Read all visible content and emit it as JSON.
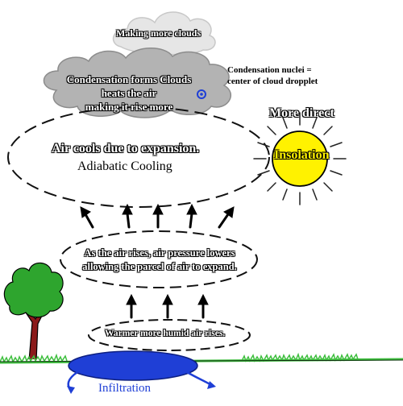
{
  "diagram": {
    "cloud_top_label": "Making more clouds",
    "cloud_main_label": [
      "Condensation forms Clouds",
      "heats the air",
      "making it rise more"
    ],
    "nuclei_label": [
      "Condensation nuclei =",
      "center of cloud dropplet"
    ],
    "more_direct_label": "More direct",
    "insolation_label": "Insolation",
    "air_cools_label": "Air cools due to expansion.",
    "adiabatic_label": "Adiabatic Cooling",
    "pressure_label": [
      "As the air rises, air pressure lowers",
      "allowing the parcel of air to expand."
    ],
    "warmer_label": "Warmer more humid air rises.",
    "infiltration_label": "Infiltration",
    "colors": {
      "cloud": "#b3b3b3",
      "sun": "#fff200",
      "water": "#1f3fd6",
      "grass": "#3fbf3f",
      "tree_top": "#2ea52e",
      "trunk": "#8b1a1a"
    }
  }
}
